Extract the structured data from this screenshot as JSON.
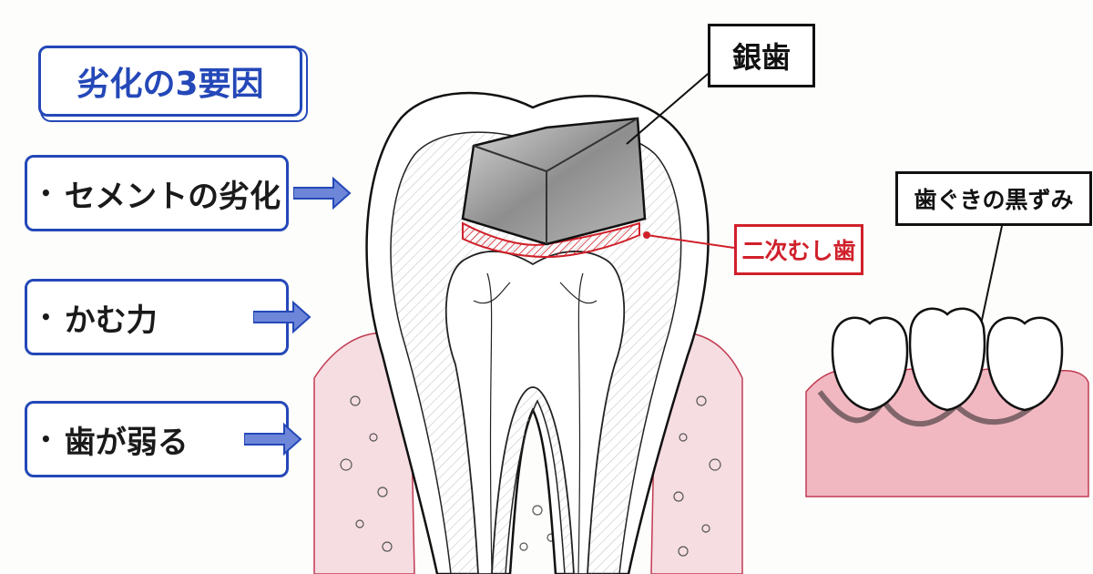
{
  "title": "劣化の3要因",
  "factors": [
    {
      "bullet": "•",
      "label": "セメントの劣化"
    },
    {
      "bullet": "•",
      "label": "かむ力"
    },
    {
      "bullet": "•",
      "label": "歯が弱る"
    }
  ],
  "labels": {
    "silver_tooth": "銀歯",
    "secondary_caries": "二次むし歯",
    "gum_darkening": "歯ぐきの黒ずみ"
  },
  "colors": {
    "accent_blue": "#2448b8",
    "caries_red": "#d0202a",
    "gum_pink": "#e8a0ad",
    "metal_gray": "#9a9a9a"
  }
}
